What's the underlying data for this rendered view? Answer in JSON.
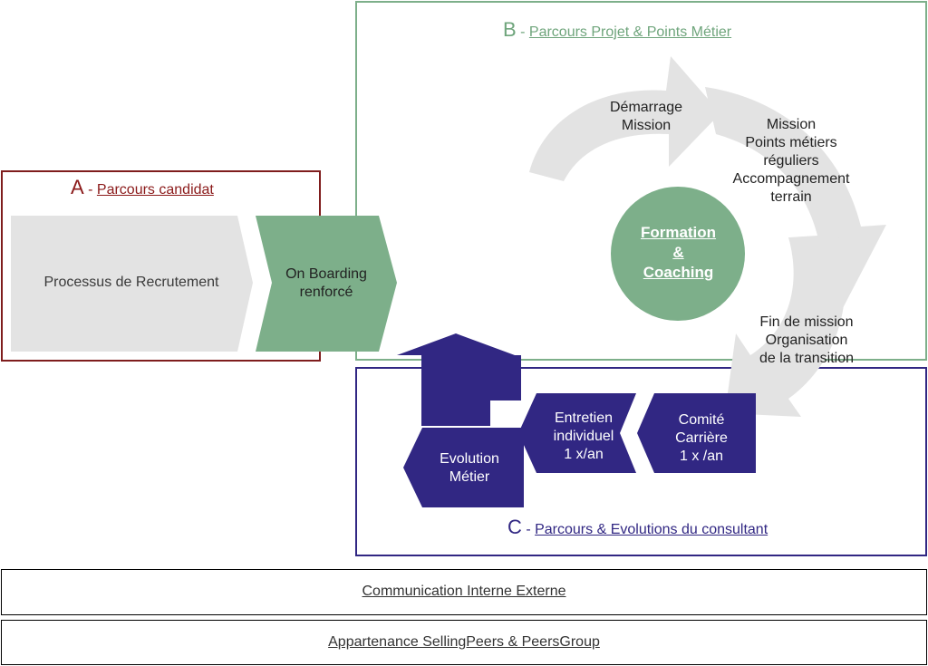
{
  "frames": {
    "a": {
      "letter": "A",
      "separator": " - ",
      "title": "Parcours candidat",
      "color": "#8b1a1a"
    },
    "b": {
      "letter": "B",
      "separator": " - ",
      "title": "Parcours Projet & Points Métier",
      "color": "#6fa57c"
    },
    "c": {
      "letter": "C",
      "separator": " - ",
      "title": "Parcours & Evolutions du consultant",
      "color": "#312783"
    }
  },
  "parcours_candidat": {
    "recrutement": "Processus de Recrutement",
    "onboarding_line1": "On Boarding",
    "onboarding_line2": "renforcé"
  },
  "cycle": {
    "demarrage_line1": "Démarrage",
    "demarrage_line2": "Mission",
    "mission_line1": "Mission",
    "mission_line2": "Points métiers",
    "mission_line3": "réguliers",
    "mission_line4": "Accompagnement",
    "mission_line5": "terrain",
    "fin_line1": "Fin de mission",
    "fin_line2": "Organisation",
    "fin_line3": "de la transition",
    "center_line1": "Formation",
    "center_line2": "&",
    "center_line3": "Coaching"
  },
  "evolutions": {
    "comite_line1": "Comité",
    "comite_line2": "Carrière",
    "comite_line3": "1 x /an",
    "entretien_line1": "Entretien",
    "entretien_line2": "individuel",
    "entretien_line3": "1 x/an",
    "evolution_line1": "Evolution",
    "evolution_line2": "Métier"
  },
  "bars": {
    "communication": "Communication Interne Externe",
    "appartenance": "Appartenance SellingPeers & PeersGroup"
  },
  "colors": {
    "grey": "#e3e3e3",
    "green": "#7daf8a",
    "navy": "#312783",
    "center": "#7daf8a"
  }
}
